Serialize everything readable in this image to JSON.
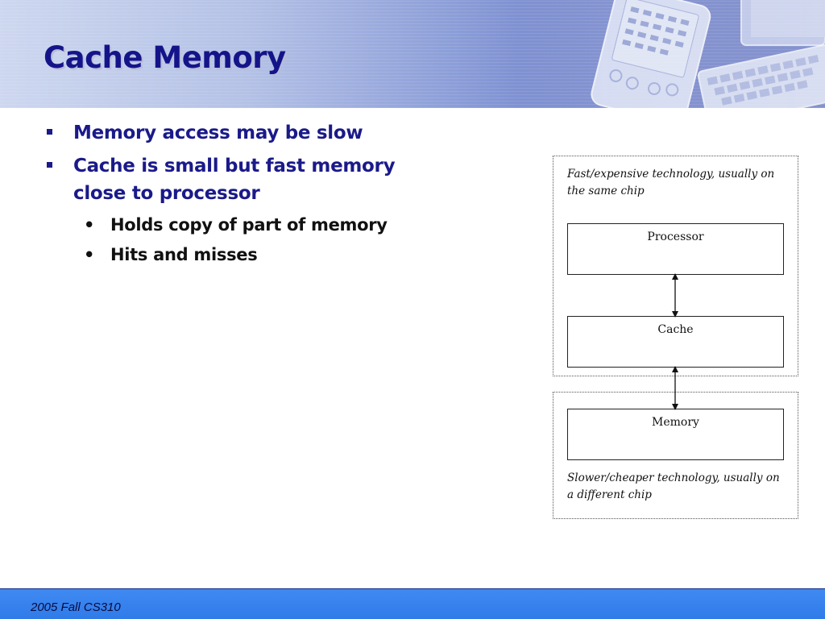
{
  "slide": {
    "title": "Cache Memory",
    "bullets": [
      {
        "level": 1,
        "text": "Memory access may be slow"
      },
      {
        "level": 1,
        "text": "Cache is small but fast memory close to processor"
      },
      {
        "level": 2,
        "text": "Holds copy of part of memory"
      },
      {
        "level": 2,
        "text": "Hits and misses"
      }
    ],
    "bullet_marks": {
      "level1": "square-bullet",
      "level2": "•"
    }
  },
  "diagram": {
    "top_group_note": "Fast/expensive technology, usually on the same chip",
    "bottom_group_note": "Slower/cheaper technology, usually on a different chip",
    "boxes": [
      "Processor",
      "Cache",
      "Memory"
    ],
    "connections": [
      {
        "from": "Processor",
        "to": "Cache",
        "direction": "bidirectional"
      },
      {
        "from": "Cache",
        "to": "Memory",
        "direction": "bidirectional"
      }
    ]
  },
  "footer": {
    "text": "2005 Fall CS310"
  },
  "colors": {
    "title": "#14148a",
    "level1_text": "#1a1a8a",
    "level2_text": "#111111",
    "footer_bar": "#2f7be8"
  },
  "icons": {
    "banner_art": "pda-and-keyboard-illustration"
  }
}
